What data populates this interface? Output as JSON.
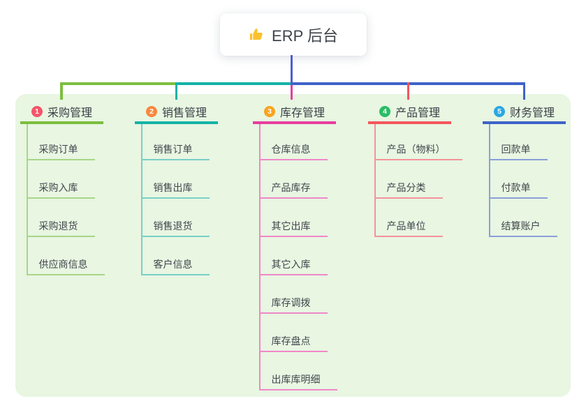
{
  "root": {
    "title": "ERP 后台",
    "icon": "thumbs-up"
  },
  "connector": {
    "root_line_color": "#4e5fd1"
  },
  "panel": {
    "background": "#e8f6e2"
  },
  "branches": [
    {
      "index": "1",
      "label": "采购管理",
      "badge_color": "#f4556a",
      "line_color": "#7cbe3e",
      "child_line_color": "#a9d687",
      "children": [
        "采购订单",
        "采购入库",
        "采购退货",
        "供应商信息"
      ]
    },
    {
      "index": "2",
      "label": "销售管理",
      "badge_color": "#f9873f",
      "line_color": "#14b3a7",
      "child_line_color": "#79cfc6",
      "children": [
        "销售订单",
        "销售出库",
        "销售退货",
        "客户信息"
      ]
    },
    {
      "index": "3",
      "label": "库存管理",
      "badge_color": "#f9a41f",
      "line_color": "#e63e9e",
      "child_line_color": "#f087c6",
      "children": [
        "仓库信息",
        "产品库存",
        "其它出库",
        "其它入库",
        "库存调拨",
        "库存盘点",
        "出库库明细"
      ]
    },
    {
      "index": "4",
      "label": "产品管理",
      "badge_color": "#2abd66",
      "line_color": "#f4565e",
      "child_line_color": "#f5939a",
      "children": [
        "产品（物料）",
        "产品分类",
        "产品单位"
      ]
    },
    {
      "index": "5",
      "label": "财务管理",
      "badge_color": "#2ba7e2",
      "line_color": "#3e63c9",
      "child_line_color": "#8b9fda",
      "children": [
        "回款单",
        "付款单",
        "结算账户"
      ]
    }
  ]
}
